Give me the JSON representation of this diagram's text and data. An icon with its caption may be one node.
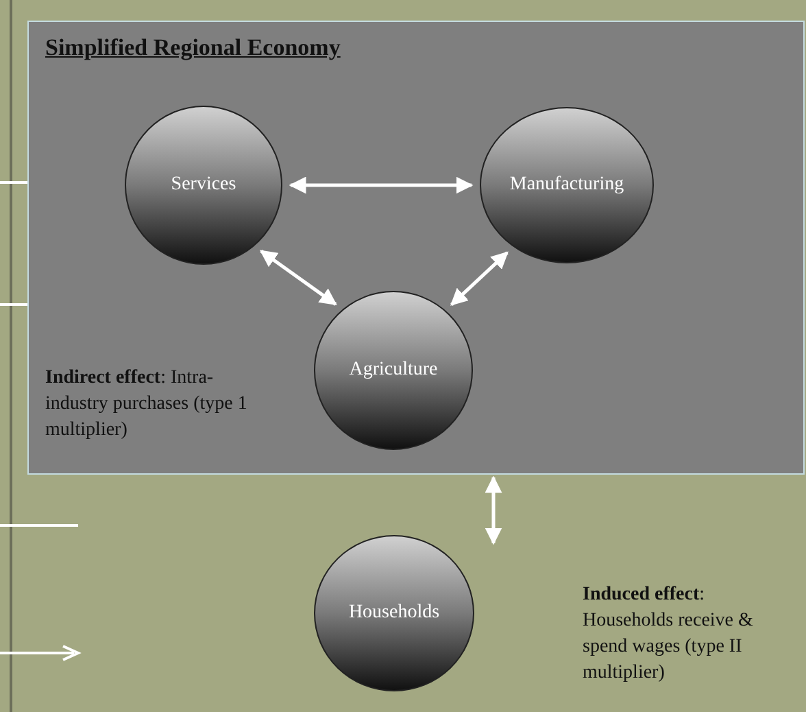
{
  "diagram": {
    "nodes": [
      {
        "text": [
          "Simplified Regional Economy",
          "**Indirect effect**: Intra-industry purchases (type 1 multiplier)"
        ]
      },
      {
        "text": [
          "Services"
        ],
        "in": 0
      },
      {
        "text": [
          "Manufacturing"
        ],
        "in": 0
      },
      {
        "text": [
          "Agriculture"
        ],
        "in": 0
      },
      {
        "text": [
          "Households"
        ]
      }
    ],
    "labels": [
      "**Induced effect**: Households receive & spend wages (type II multiplier)"
    ],
    "edges": [
      {
        "from": 1,
        "to": 2,
        "arrow": "both"
      },
      {
        "from": 1,
        "to": 3,
        "arrow": "both"
      },
      {
        "from": 3,
        "to": 2,
        "arrow": "both"
      },
      {
        "from": 0,
        "to": 4,
        "arrow": "both"
      }
    ]
  }
}
